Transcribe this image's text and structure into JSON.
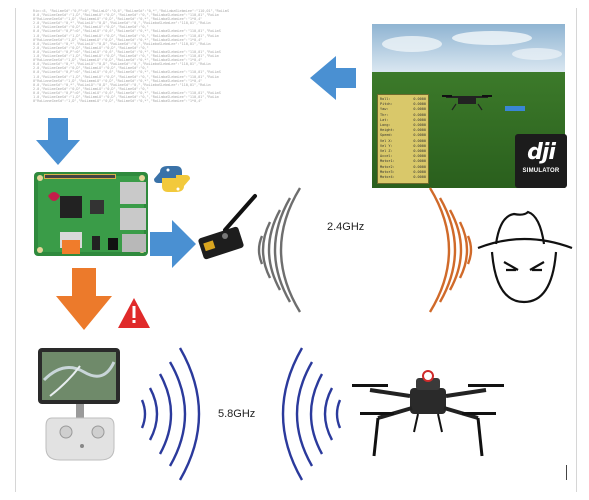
{
  "log": {
    "lines": [
      "Rin=:8, \"RoLLmeSd\":\"0,P\"=0\",\"RoLLmLO\":\"0,6\",\"RoLLmeSd\":\"0,*\",\"RoLLmbaSLebmLee\":\"110,01\",\"RoLLmS",
      "0.0,\"RoLLmeCmeSd\":\"1,D\",\"RoLLmmLO\":\"0,D\",\"RoLLmeSd\":\"0,\",\"RoLLmbaSLebmLee\":\"110,01\",\"RoLLm",
      "0\"RoLLmneCmeSd\":\"1,D\",\"RoLLmmmLO\":\"0,D\",\"RoLLmeSd\":\"0,*\",\"RoLLmbaSLebmLee\":\"1*0,4\"",
      "2.0,\"RoLLmeSd\":\"0,*\",\"RoLLmLO\":\"0,D\",\"RoLLmeSd\":\"0,\",\"RoLLmbaSLebmLee\":\"110,01\",\"RoLLm",
      "1.0,\"RoLLmeCmeSd\":\"0,D\",\"RoLLmmLO\":\"0,D\",\"RoLLmeSd\":\"0,\"",
      "0.0,\"RoLLmeSd\":\"0,P\"=0\",\"RoLLmLO\":\"0,6\",\"RoLLmeSd\":\"0,*\",\"RoLLmbaSLebmLee\":\"110,01\",\"RoLLmS",
      "1.0,\"RoLLmeCmeSd\":\"1,D\",\"RoLLmmLO\":\"0,D\",\"RoLLmeSd\":\"0,\",\"RoLLmbaSLebmLee\":\"110,01\",\"RoLLm",
      "0\"RoLLmneCmeSd\":\"1,D\",\"RoLLmmmLO\":\"0,D\",\"RoLLmeSd\":\"0,*\",\"RoLLmbaSLebmLee\":\"1*0,4\"",
      "0.0,\"RoLLmeSd\":\"0,*\",\"RoLLmLO\":\"0,D\",\"RoLLmeSd\":\"0,\",\"RoLLmbaSLebmLee\":\"110,01\",\"RoLLm",
      "2.0,\"RoLLmeCmeSd\":\"0,D\",\"RoLLmmLO\":\"0,D\",\"RoLLmeSd\":\"0,\"",
      "0.0,\"RoLLmeSd\":\"0,P\"=0\",\"RoLLmLO\":\"0,6\",\"RoLLmeSd\":\"0,*\",\"RoLLmbaSLebmLee\":\"110,01\",\"RoLLmS",
      "1.0,\"RoLLmeCmeSd\":\"1,D\",\"RoLLmmLO\":\"0,D\",\"RoLLmeSd\":\"0,\",\"RoLLmbaSLebmLee\":\"110,01\",\"RoLLm",
      "0\"RoLLmneCmeSd\":\"1,D\",\"RoLLmmmLO\":\"0,D\",\"RoLLmeSd\":\"0,*\",\"RoLLmbaSLebmLee\":\"1*0,4\"",
      "0.0,\"RoLLmeSd\":\"0,*\",\"RoLLmLO\":\"0,D\",\"RoLLmeSd\":\"0,\",\"RoLLmbaSLebmLee\":\"110,01\",\"RoLLm",
      "2.0,\"RoLLmeCmeSd\":\"0,D\",\"RoLLmmLO\":\"0,D\",\"RoLLmeSd\":\"0,\"",
      "0.0,\"RoLLmeSd\":\"0,P\"=0\",\"RoLLmLO\":\"0,6\",\"RoLLmeSd\":\"0,*\",\"RoLLmbaSLebmLee\":\"110,01\",\"RoLLmS",
      "1.0,\"RoLLmeCmeSd\":\"1,D\",\"RoLLmmLO\":\"0,D\",\"RoLLmeSd\":\"0,\",\"RoLLmbaSLebmLee\":\"110,01\",\"RoLLm",
      "0\"RoLLmneCmeSd\":\"1,D\",\"RoLLmmmLO\":\"0,D\",\"RoLLmeSd\":\"0,*\",\"RoLLmbaSLebmLee\":\"1*0,4\"",
      "0.0,\"RoLLmeSd\":\"0,*\",\"RoLLmLO\":\"0,D\",\"RoLLmeSd\":\"0,\",\"RoLLmbaSLebmLee\":\"110,01\",\"RoLLm",
      "2.0,\"RoLLmeCmeSd\":\"0,D\",\"RoLLmmLO\":\"0,D\",\"RoLLmeSd\":\"0,\"",
      "0.0,\"RoLLmeSd\":\"0,P\"=0\",\"RoLLmLO\":\"0,6\",\"RoLLmeSd\":\"0,*\",\"RoLLmbaSLebmLee\":\"110,01\",\"RoLLmS",
      "1.0,\"RoLLmeCmeSd\":\"1,D\",\"RoLLmmLO\":\"0,D\",\"RoLLmeSd\":\"0,\",\"RoLLmbaSLebmLee\":\"110,01\",\"RoLLm",
      "0\"RoLLmneCmeSd\":\"1,D\",\"RoLLmmmLO\":\"0,D\",\"RoLLmeSd\":\"0,*\",\"RoLLmbaSLebmLee\":\"1*0,4\""
    ]
  },
  "simulator": {
    "brand": "dji",
    "product": "SIMULATOR",
    "telemetry": [
      [
        "Roll:",
        "0.0000"
      ],
      [
        "Pitch:",
        "0.0000"
      ],
      [
        "Yaw:",
        "0.0000"
      ],
      [
        "Thr:",
        "0.0000"
      ],
      [
        "Lat:",
        "0.0000"
      ],
      [
        "Long:",
        "0.0000"
      ],
      [
        "Height:",
        "0.0000"
      ],
      [
        "Speed:",
        "0.0000"
      ],
      [
        "Vel X:",
        "0.0000"
      ],
      [
        "Vel Y:",
        "0.0000"
      ],
      [
        "Vel Z:",
        "0.0000"
      ],
      [
        "Accel:",
        "0.0000"
      ],
      [
        "Motor1:",
        "0.0000"
      ],
      [
        "Motor2:",
        "0.0000"
      ],
      [
        "Motor3:",
        "0.0000"
      ],
      [
        "Motor4:",
        "0.0000"
      ]
    ]
  },
  "links": {
    "attack_frequency": "2.4GHz",
    "control_frequency": "5.8GHz"
  },
  "colors": {
    "arrow_blue": "#4a90d2",
    "arrow_orange": "#ec7a2b",
    "wave_gray": "#6e6e6e",
    "wave_orange": "#d06a2a",
    "wave_blue": "#2b3a9c",
    "warning_red": "#e02a2a"
  },
  "icons": [
    "raspberry-pi-board-icon",
    "python-logo-icon",
    "sdr-antenna-dongle-icon",
    "hacker-hat-face-icon",
    "warning-triangle-icon",
    "remote-controller-tablet-icon",
    "quadcopter-drone-icon",
    "dji-simulator-logo-icon"
  ]
}
